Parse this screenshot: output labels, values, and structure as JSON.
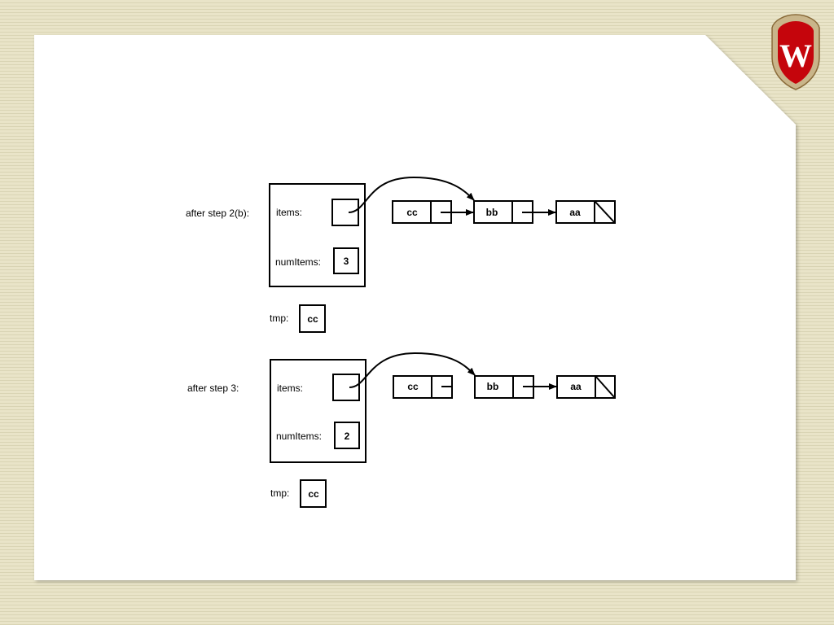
{
  "diagrams": [
    {
      "step_label": "after step 2(b):",
      "items_label": "items:",
      "numitems_label": "numItems:",
      "numitems_value": "3",
      "tmp_label": "tmp:",
      "tmp_value": "cc",
      "nodes": [
        "cc",
        "bb",
        "aa"
      ]
    },
    {
      "step_label": "after step 3:",
      "items_label": "items:",
      "numitems_label": "numItems:",
      "numitems_value": "2",
      "tmp_label": "tmp:",
      "tmp_value": "cc",
      "nodes": [
        "cc",
        "bb",
        "aa"
      ]
    }
  ],
  "logo": {
    "letter": "W"
  }
}
